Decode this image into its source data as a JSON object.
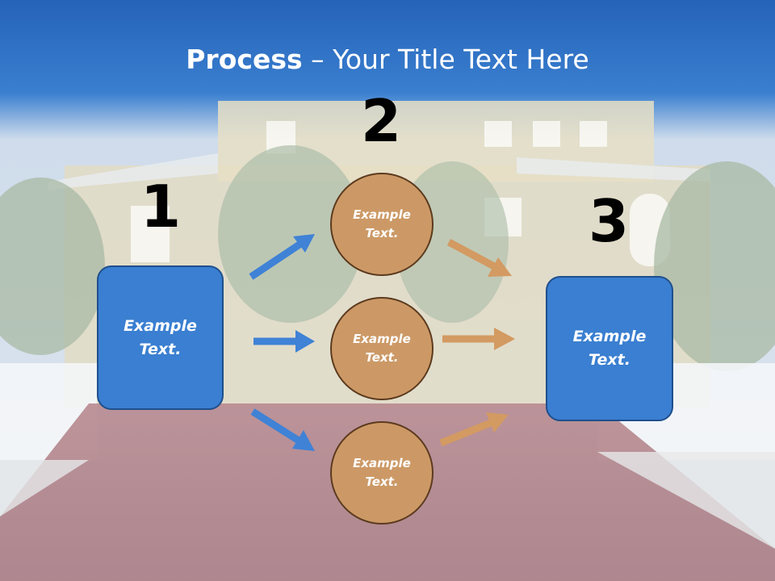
{
  "title": {
    "bold": "Process",
    "rest": " – Your Title Text Here"
  },
  "steps": {
    "one": {
      "number": "1",
      "label": "Example\nText."
    },
    "two": {
      "number": "2",
      "items": [
        "Example\nText.",
        "Example\nText.",
        "Example\nText."
      ]
    },
    "three": {
      "number": "3",
      "label": "Example\nText."
    }
  },
  "colors": {
    "header": "#2c6fc4",
    "box": "#3a7fd1",
    "circle": "#cc9966",
    "arrow_blue": "#3f82d6",
    "arrow_orange": "#d39a62"
  }
}
